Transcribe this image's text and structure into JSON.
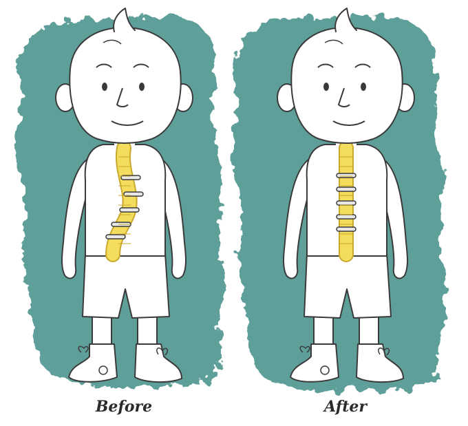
{
  "captions": {
    "before": "Before",
    "after": "After"
  },
  "figures": [
    {
      "id": "before",
      "spine": "curved"
    },
    {
      "id": "after",
      "spine": "straight"
    }
  ],
  "colors": {
    "background": "#ffffff",
    "paint": "#5e9f99",
    "paint_dark": "#4f8e88",
    "spine": "#f3dc5e",
    "spine_stroke": "#c9a92c",
    "outline": "#3a3a3a",
    "skin": "#ffffff",
    "screw": "#e8e8e8"
  },
  "icons": [
    "paint-splash-icon",
    "child-figure-icon",
    "spine-icon",
    "screw-icon"
  ]
}
